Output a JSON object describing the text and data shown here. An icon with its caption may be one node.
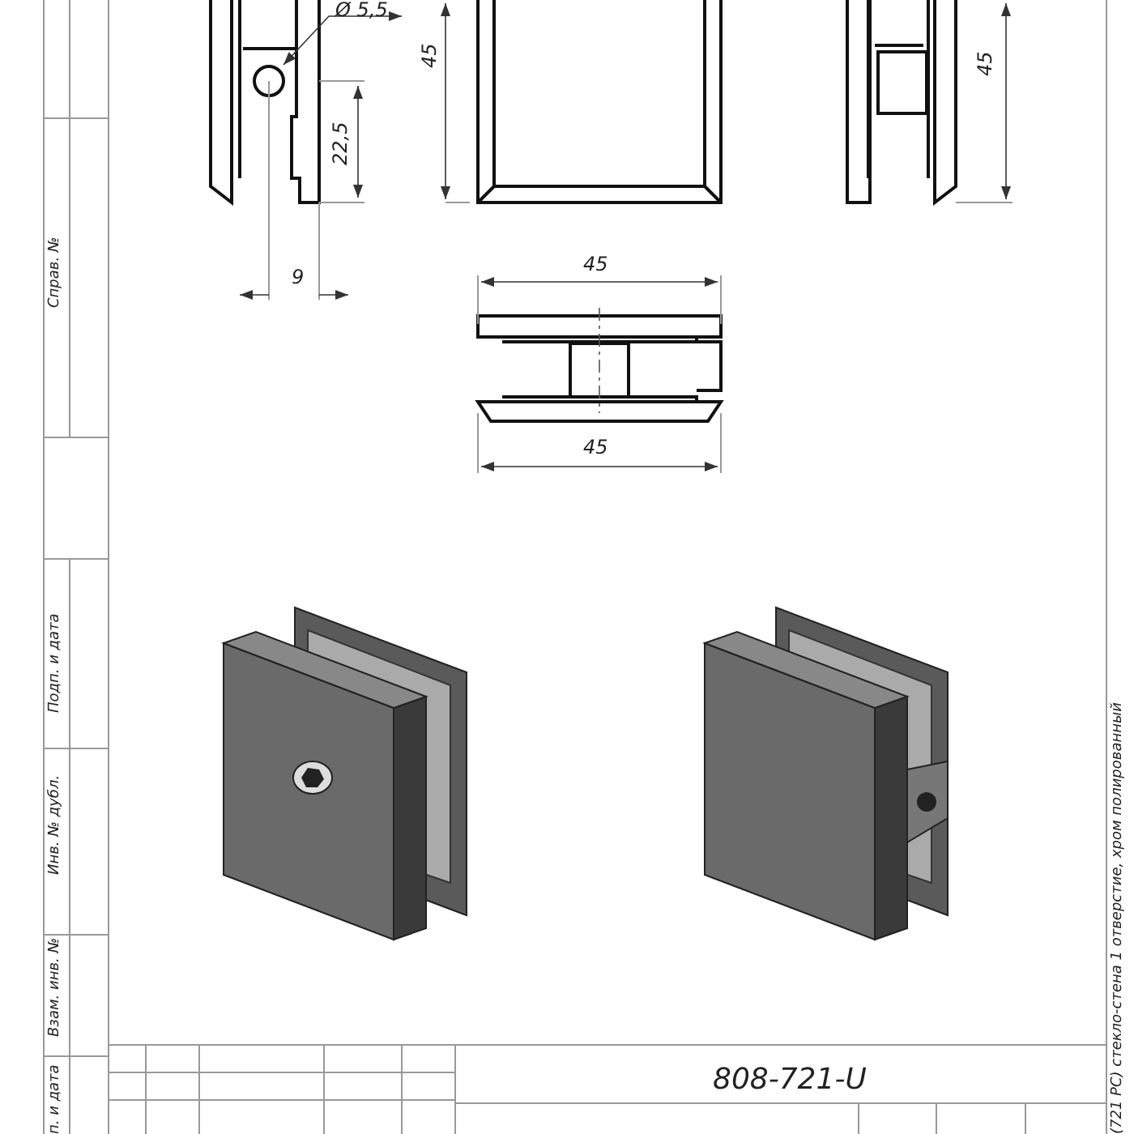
{
  "diagram": {
    "labels": [
      "Ø 5,5",
      "45",
      "22,5",
      "9",
      "45",
      "45",
      "45",
      "Справ. №",
      "Подп. и дата",
      "Инв. № дубл.",
      "Взам. инв. №",
      "п. и дата",
      "808-721-U",
      "(721 PC) стекло-стена 1 отверстие, хром полированный"
    ]
  }
}
